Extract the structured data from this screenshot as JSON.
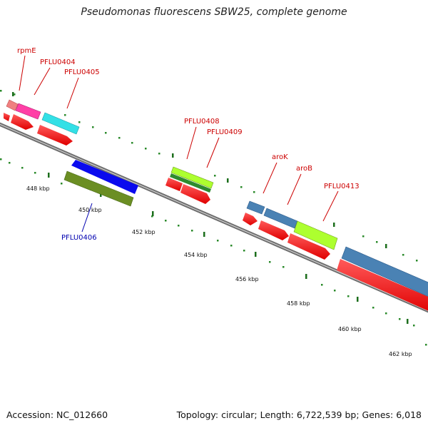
{
  "title": "Pseudomonas fluorescens SBW25, complete genome",
  "footer": {
    "accession": "Accession: NC_012660",
    "stats": "Topology: circular; Length: 6,722,539 bp; Genes: 6,018"
  },
  "colors": {
    "backbone": "#8a8a8a",
    "dots": "#2a8a2a",
    "label_forward": "#cc0000",
    "label_reverse": "#0000b0"
  },
  "scale_labels": [
    "448 kbp",
    "450 kbp",
    "452 kbp",
    "454 kbp",
    "456 kbp",
    "458 kbp",
    "460 kbp",
    "462 kbp"
  ],
  "genes": [
    {
      "label": "rpmE",
      "color": "#f08080"
    },
    {
      "label": "PFLU0404",
      "color": "#ff3fa6"
    },
    {
      "label": "PFLU0405",
      "color": "#33e0e6"
    },
    {
      "label": "PFLU0406",
      "color": "#6b8e23"
    },
    {
      "label": "PFLU0408",
      "color": "#adff2f"
    },
    {
      "label": "PFLU0409",
      "color": "#2e8b2e"
    },
    {
      "label": "aroK",
      "color": "#4a82b4"
    },
    {
      "label": "aroB",
      "color": "#4a82b4"
    },
    {
      "label": "PFLU0413",
      "color": "#adff2f"
    },
    {
      "label": "",
      "color": "#0a0aee"
    },
    {
      "label": "",
      "color": "#4a82b4"
    }
  ]
}
